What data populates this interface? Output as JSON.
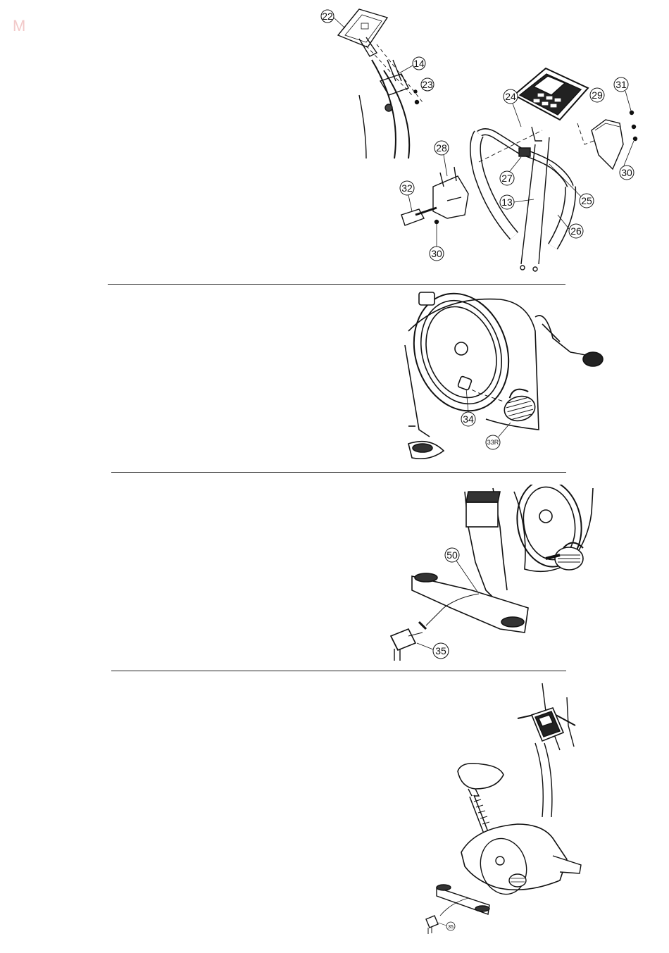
{
  "watermark": "M",
  "steps": [
    {
      "callouts": {
        "c22": "22",
        "c14": "14",
        "c23": "23",
        "c24": "24",
        "c29": "29",
        "c31": "31",
        "c28": "28",
        "c27": "27",
        "c30a": "30",
        "c32": "32",
        "c13": "13",
        "c25": "25",
        "c26": "26",
        "c30b": "30"
      }
    },
    {
      "callouts": {
        "c34": "34",
        "c33r": "33R"
      }
    },
    {
      "callouts": {
        "c50": "50",
        "c35": "35"
      }
    },
    {
      "callouts": {
        "c35": "35"
      }
    }
  ]
}
